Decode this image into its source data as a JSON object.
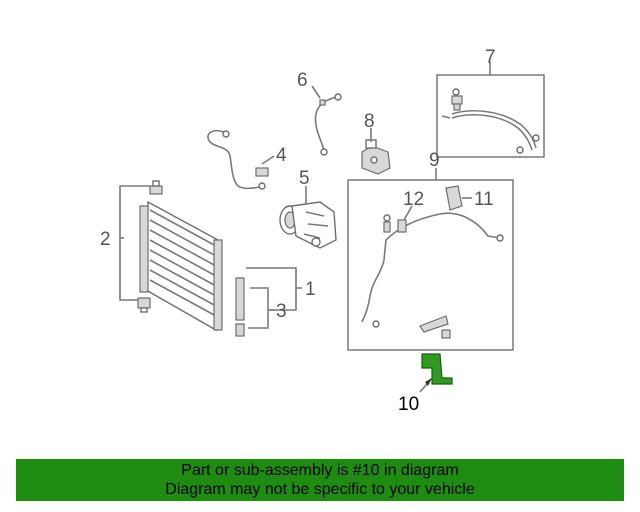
{
  "callouts": {
    "c1": "1",
    "c2": "2",
    "c3": "3",
    "c4": "4",
    "c5": "5",
    "c6": "6",
    "c7": "7",
    "c8": "8",
    "c9": "9",
    "c10": "10",
    "c11": "11",
    "c12": "12"
  },
  "highlighted_part": "10",
  "colors": {
    "banner": "#1d8c10",
    "highlight": "#2e9a1f"
  },
  "banner": {
    "line1": "Part or sub-assembly is #10 in diagram",
    "line2": "Diagram may not be specific to your vehicle"
  }
}
